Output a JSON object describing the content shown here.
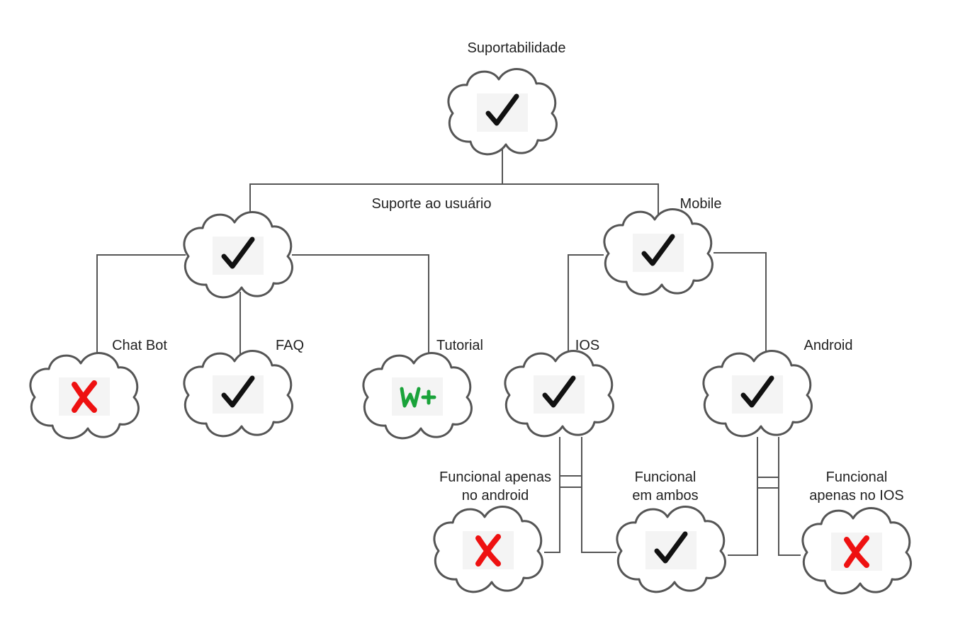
{
  "colors": {
    "line": "#555555",
    "check": "#111111",
    "cross": "#ee1111",
    "wip": "#1aa33a"
  },
  "nodes": [
    {
      "id": "suportabilidade",
      "label": "Suportabilidade",
      "status": "check",
      "icon": "check-icon"
    },
    {
      "id": "suporte",
      "label": "Suporte ao usuário",
      "status": "check",
      "icon": "check-icon"
    },
    {
      "id": "mobile",
      "label": "Mobile",
      "status": "check",
      "icon": "check-icon"
    },
    {
      "id": "chatbot",
      "label": "Chat Bot",
      "status": "cross",
      "icon": "cross-icon"
    },
    {
      "id": "faq",
      "label": "FAQ",
      "status": "check",
      "icon": "check-icon"
    },
    {
      "id": "tutorial",
      "label": "Tutorial",
      "status": "wip",
      "icon": "wip-plus-icon"
    },
    {
      "id": "ios",
      "label": "IOS",
      "status": "check",
      "icon": "check-icon"
    },
    {
      "id": "android",
      "label": "Android",
      "status": "check",
      "icon": "check-icon"
    },
    {
      "id": "func_android",
      "label": [
        "Funcional apenas",
        "no android"
      ],
      "status": "cross",
      "icon": "cross-icon"
    },
    {
      "id": "func_ambos",
      "label": [
        "Funcional",
        "em ambos"
      ],
      "status": "check",
      "icon": "check-icon"
    },
    {
      "id": "func_ios",
      "label": [
        "Funcional",
        "apenas no IOS"
      ],
      "status": "cross",
      "icon": "cross-icon"
    }
  ],
  "edges": [
    [
      "suportabilidade",
      "suporte"
    ],
    [
      "suportabilidade",
      "mobile"
    ],
    [
      "suporte",
      "chatbot"
    ],
    [
      "suporte",
      "faq"
    ],
    [
      "suporte",
      "tutorial"
    ],
    [
      "mobile",
      "ios"
    ],
    [
      "mobile",
      "android"
    ],
    [
      "ios",
      "func_android"
    ],
    [
      "ios",
      "func_ambos"
    ],
    [
      "android",
      "func_ambos"
    ],
    [
      "android",
      "func_ios"
    ]
  ]
}
